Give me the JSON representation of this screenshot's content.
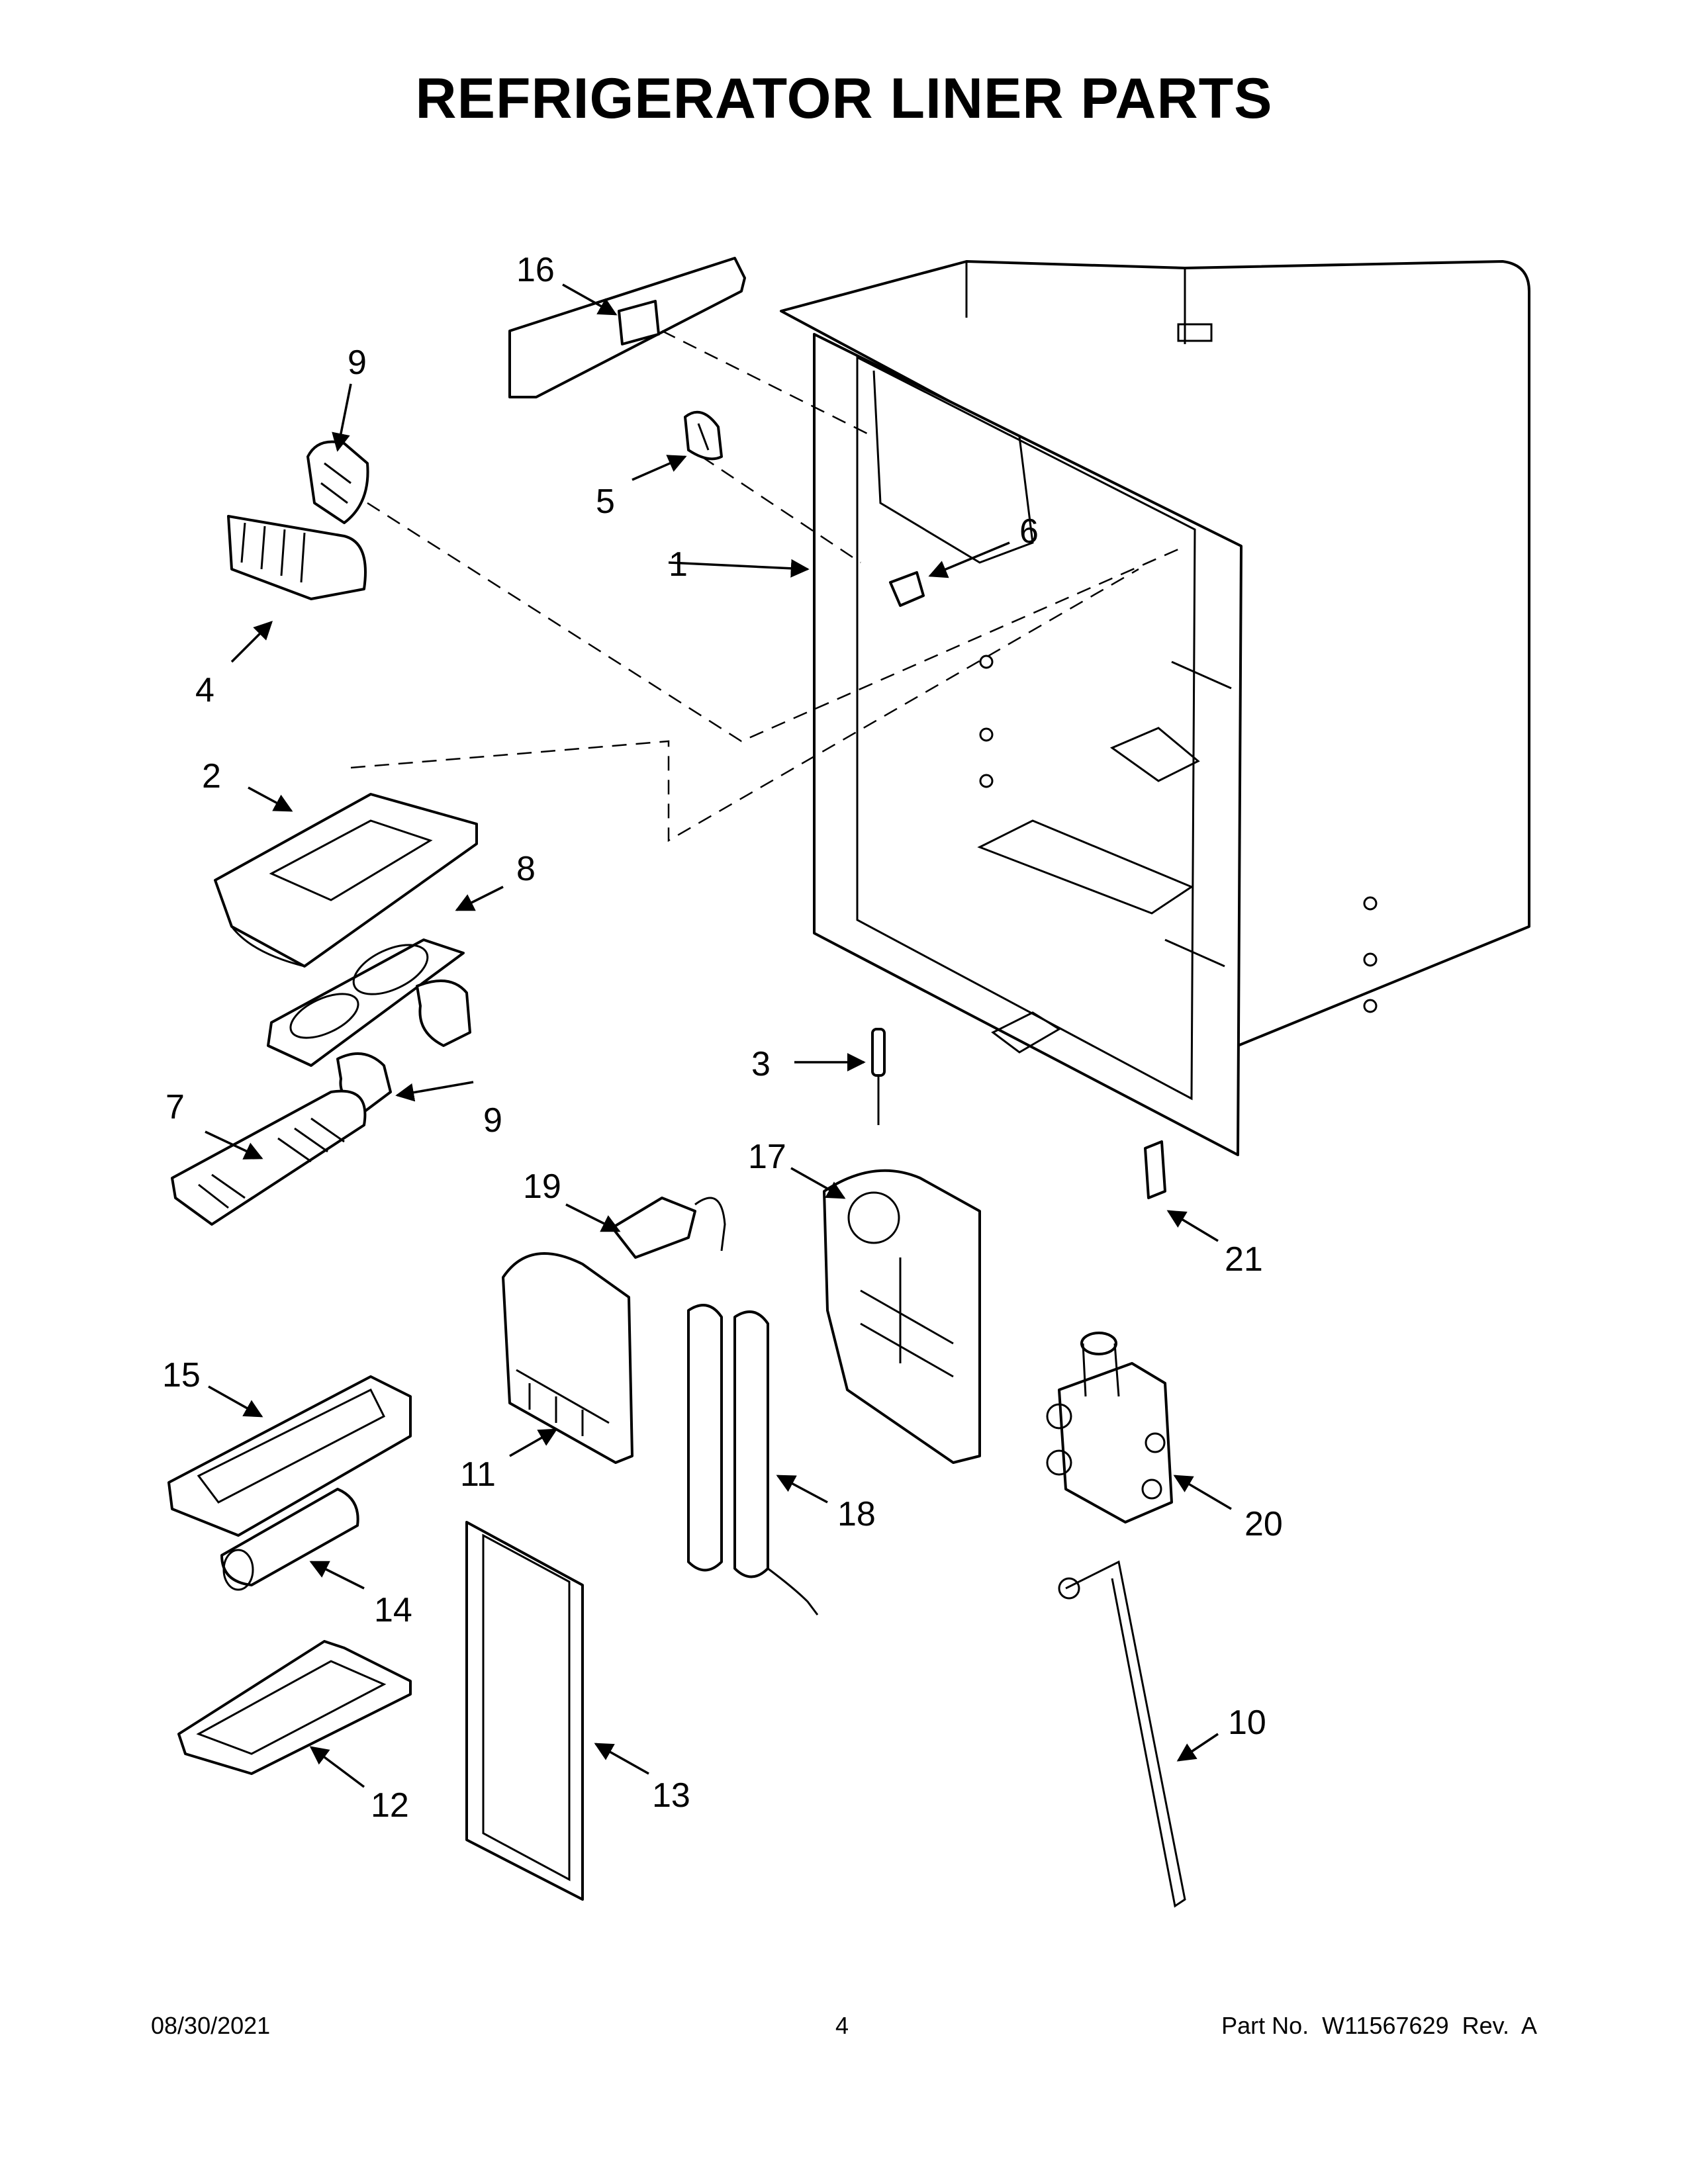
{
  "title": "REFRIGERATOR LINER PARTS",
  "footer": {
    "date": "08/30/2021",
    "page": "4",
    "part_no": "Part No.  W11567629  Rev.  A"
  },
  "callouts": {
    "c1": "1",
    "c2": "2",
    "c3": "3",
    "c4": "4",
    "c5": "5",
    "c6": "6",
    "c7": "7",
    "c8": "8",
    "c9a": "9",
    "c9b": "9",
    "c10": "10",
    "c11": "11",
    "c12": "12",
    "c13": "13",
    "c14": "14",
    "c15": "15",
    "c16": "16",
    "c17": "17",
    "c18": "18",
    "c19": "19",
    "c20": "20",
    "c21": "21"
  }
}
